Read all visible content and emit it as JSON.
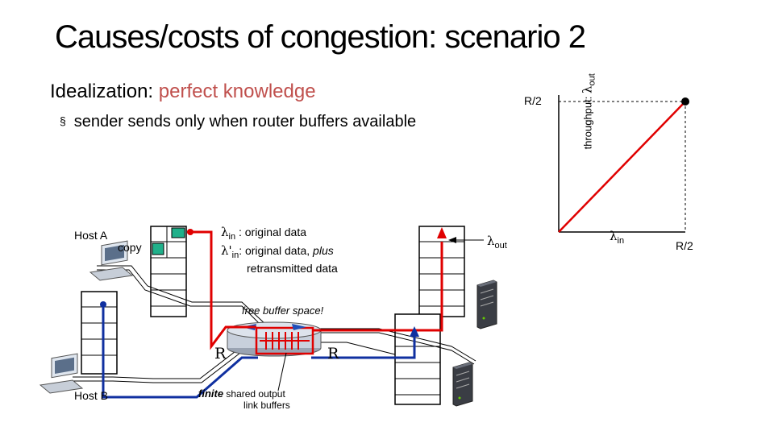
{
  "title": "Causes/costs of congestion: scenario 2",
  "subtitle": {
    "lead": "Idealization:",
    "rest": "perfect knowledge"
  },
  "bullet": "sender sends only when router buffers available",
  "bullet_mark": "§",
  "graph": {
    "y_tick": "R/2",
    "x_tick": "R/2",
    "y_label_prefix": "throughput:",
    "y_symbol": "λ",
    "y_sub": "out",
    "x_symbol": "λ",
    "x_sub": "in"
  },
  "hosts": {
    "a": "Host A",
    "b": "Host B"
  },
  "copy_label": "copy",
  "legend": {
    "lin_symbol": "λ",
    "lin_sub": "in",
    "lin_text": " : original data",
    "lpin_symbol": "λ'",
    "lpin_sub": "in",
    "lpin_text_a": ": original data,",
    "lpin_text_b": "plus",
    "lpin_text_c": "retransmitted data"
  },
  "lout": {
    "symbol": "λ",
    "sub": "out"
  },
  "free_buffer": "free buffer space!",
  "routers": {
    "left": "R",
    "right": "R"
  },
  "finite_label": {
    "bold": "finite",
    "rest": "shared output",
    "line2": "link buffers"
  },
  "colors": {
    "red": "#e00000",
    "blue": "#1030a0",
    "accent": "#c0504d",
    "router_fill": "#c8d0dc",
    "teal": "#20b08a"
  }
}
